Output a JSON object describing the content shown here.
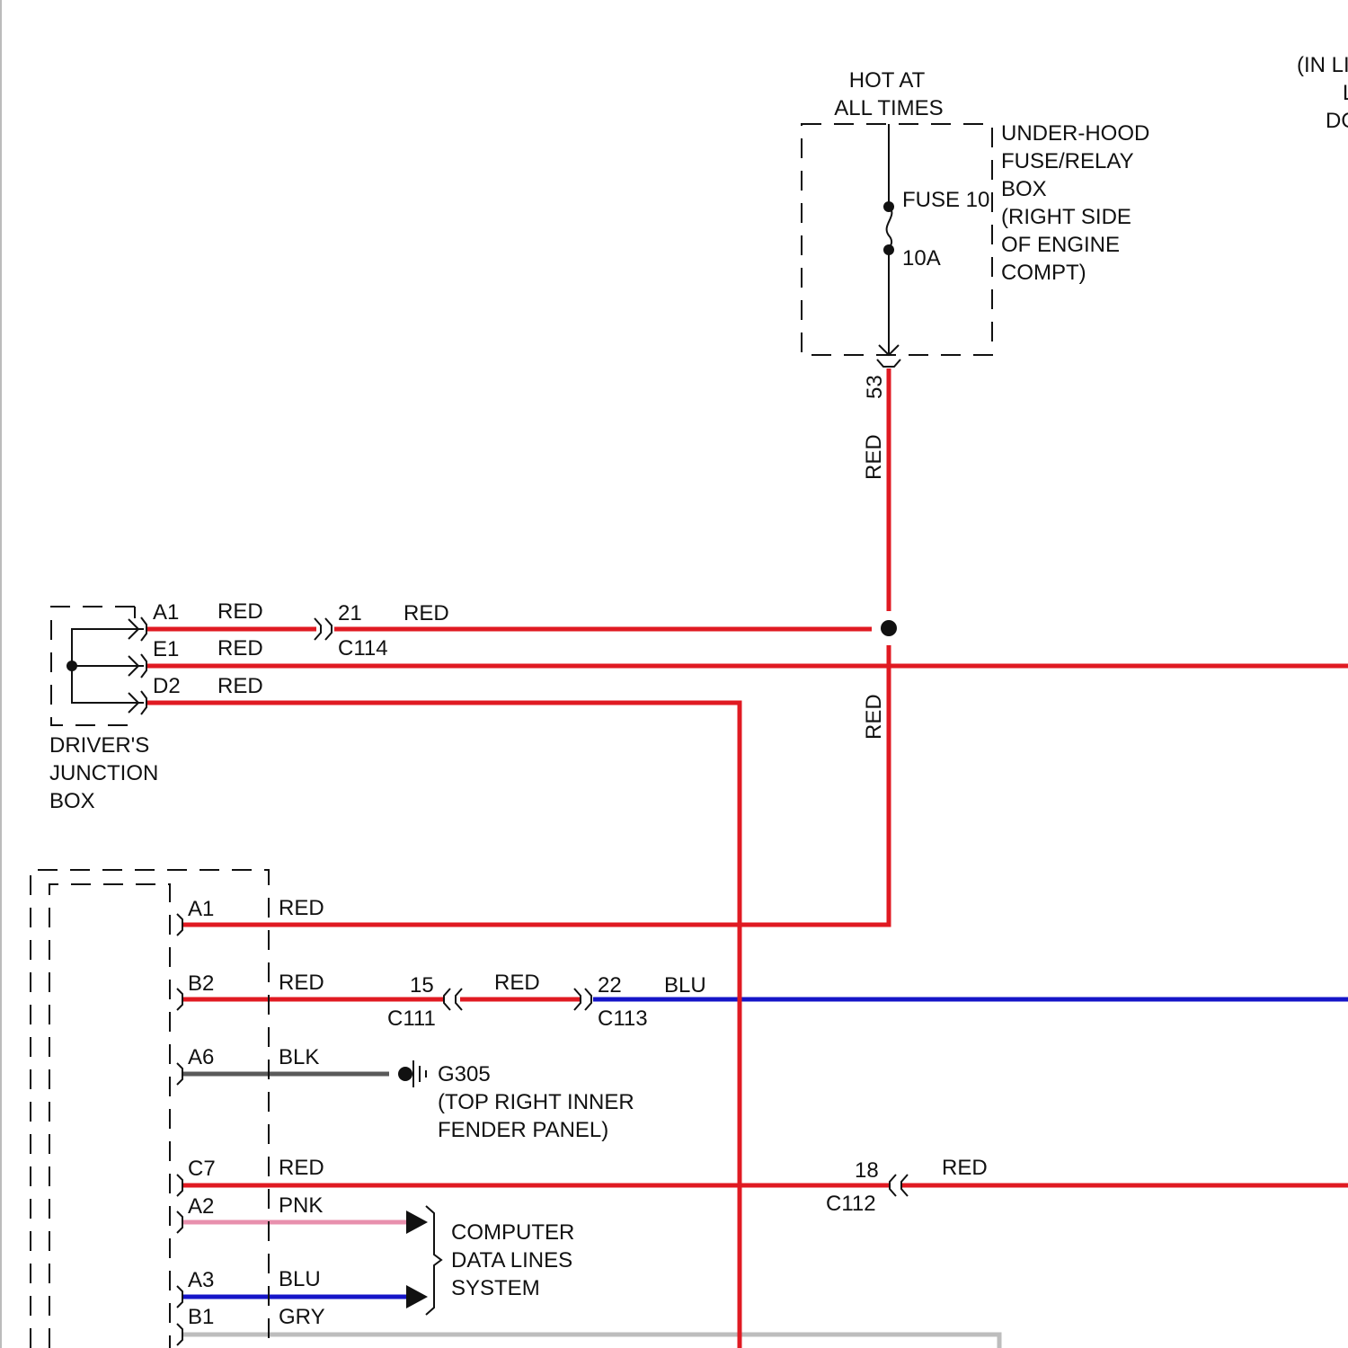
{
  "colors": {
    "red": "#e01a22",
    "blue": "#1515c8",
    "black": "#5a5a5a",
    "pink": "#e890ad",
    "gray": "#bdbdbd",
    "ink": "#111111"
  },
  "fuse_box": {
    "power_label_1": "HOT AT",
    "power_label_2": "ALL TIMES",
    "name_lines": [
      "UNDER-HOOD",
      "FUSE/RELAY",
      "BOX",
      "(RIGHT SIDE",
      "OF ENGINE",
      "COMPT)"
    ],
    "fuse_label": "FUSE 10",
    "fuse_rating": "10A",
    "output_pin": "53",
    "output_wire": "RED"
  },
  "top_right_note": {
    "lines": [
      "(IN LI",
      "L",
      "DO"
    ]
  },
  "drivers_junction_box": {
    "name_lines": [
      "DRIVER'S",
      "JUNCTION",
      "BOX"
    ],
    "pins": [
      {
        "pin": "A1",
        "wire": "RED"
      },
      {
        "pin": "E1",
        "wire": "RED"
      },
      {
        "pin": "D2",
        "wire": "RED"
      }
    ]
  },
  "connector_c114": {
    "id": "C114",
    "pin": "21",
    "wire": "RED"
  },
  "vertical_riser_wire": "RED",
  "lower_module": {
    "pins": [
      {
        "pin": "A1",
        "wire": "RED"
      },
      {
        "pin": "B2",
        "wire": "RED"
      },
      {
        "pin": "A6",
        "wire": "BLK"
      },
      {
        "pin": "C7",
        "wire": "RED"
      },
      {
        "pin": "A2",
        "wire": "PNK"
      },
      {
        "pin": "A3",
        "wire": "BLU"
      },
      {
        "pin": "B1",
        "wire": "GRY"
      }
    ]
  },
  "connector_c111": {
    "id": "C111",
    "pin": "15",
    "wire_after": "RED"
  },
  "connector_c113": {
    "id": "C113",
    "pin": "22",
    "wire_after": "BLU"
  },
  "ground_g305": {
    "id": "G305",
    "location_lines": [
      "(TOP RIGHT INNER",
      "FENDER PANEL)"
    ]
  },
  "connector_c112": {
    "id": "C112",
    "pin": "18",
    "wire_after": "RED"
  },
  "data_lines": {
    "label_lines": [
      "COMPUTER",
      "DATA LINES",
      "SYSTEM"
    ]
  }
}
